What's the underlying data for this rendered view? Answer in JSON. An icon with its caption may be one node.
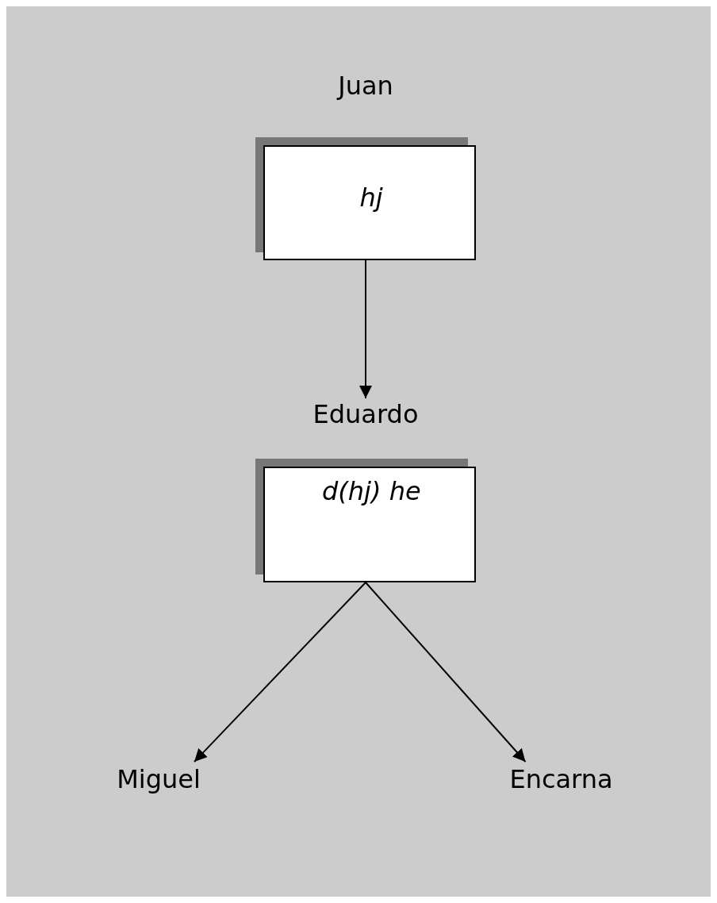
{
  "diagram": {
    "nodes": [
      {
        "text": [
          "Juan",
          "hj"
        ]
      },
      {
        "text": [
          "Eduardo",
          "d(hj) he"
        ]
      },
      {
        "text": [
          "Miguel"
        ]
      },
      {
        "text": [
          "Encarna"
        ]
      }
    ],
    "edges": [
      {
        "from": 0,
        "to": 1,
        "arrow": "to"
      },
      {
        "from": 1,
        "to": 2,
        "arrow": "to"
      },
      {
        "from": 1,
        "to": 3,
        "arrow": "to"
      }
    ]
  }
}
